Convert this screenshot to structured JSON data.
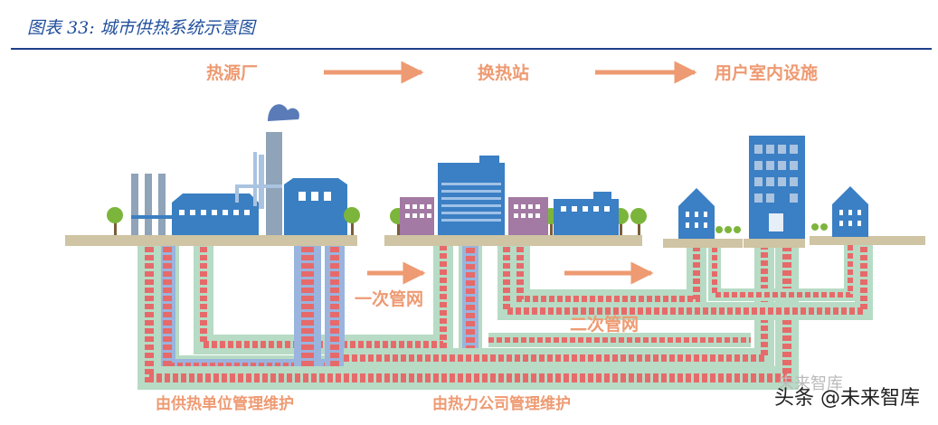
{
  "figure": {
    "title": "图表 33:  城市供热系统示意图"
  },
  "diagram": {
    "stages": [
      {
        "label": "热源厂"
      },
      {
        "label": "换热站"
      },
      {
        "label": "用户室内设施"
      }
    ],
    "networks": {
      "primary": "一次管网",
      "secondary": "二次管网"
    },
    "maintenance": {
      "heat_unit": "由供热单位管理维护",
      "company": "由热力公司管理维护"
    },
    "colors": {
      "factory_blue": "#3a7fc1",
      "building_blue": "#3b7fc4",
      "purple": "#a27aa3",
      "ground": "#cfc4a3",
      "tree": "#7cb53b",
      "pipe_red": "#e66a6a",
      "pipe_blue": "#9ab4dd",
      "pipe_green": "#b7dbc4",
      "label_orange": "#ee9a72"
    }
  },
  "watermark": {
    "faint": "未来智库",
    "main": "头条 @未来智库"
  }
}
